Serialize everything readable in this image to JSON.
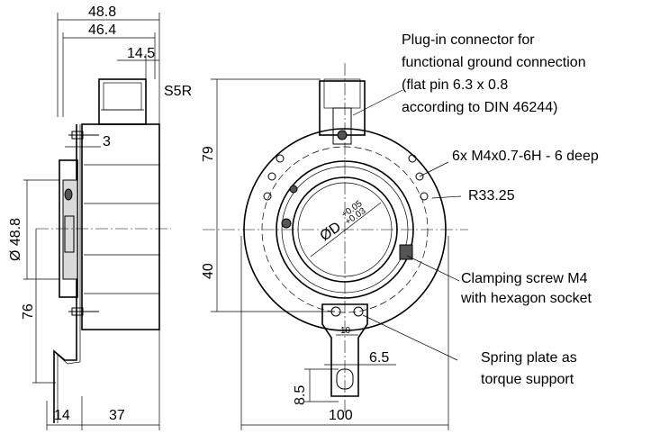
{
  "side_view": {
    "dims": {
      "overall_length": "48.8",
      "body_length": "46.4",
      "connector_width": "14.5",
      "connector_label": "S5R",
      "flange_offset": "3",
      "diameter": "Ø 48.8",
      "height_76": "76",
      "base_14": "14",
      "base_37": "37"
    }
  },
  "front_view": {
    "dims": {
      "height_79": "79",
      "height_40": "40",
      "width_100": "100",
      "hole_spacing": "10",
      "slot_width": "6.5",
      "slot_height": "8.5",
      "bore": "ØD",
      "bore_tol_upper": "+0.05",
      "bore_tol_lower": "+0.03"
    },
    "callouts": {
      "connector_note": [
        "Plug-in connector for",
        "functional ground connection",
        "(flat pin 6.3 x 0.8",
        "according to DIN 46244)"
      ],
      "thread_note": "6x M4x0.7-6H - 6 deep",
      "radius_note": "R33.25",
      "clamp_note": [
        "Clamping screw M4",
        "with hexagon socket"
      ],
      "spring_note": [
        "Spring plate as",
        "torque support"
      ]
    }
  }
}
